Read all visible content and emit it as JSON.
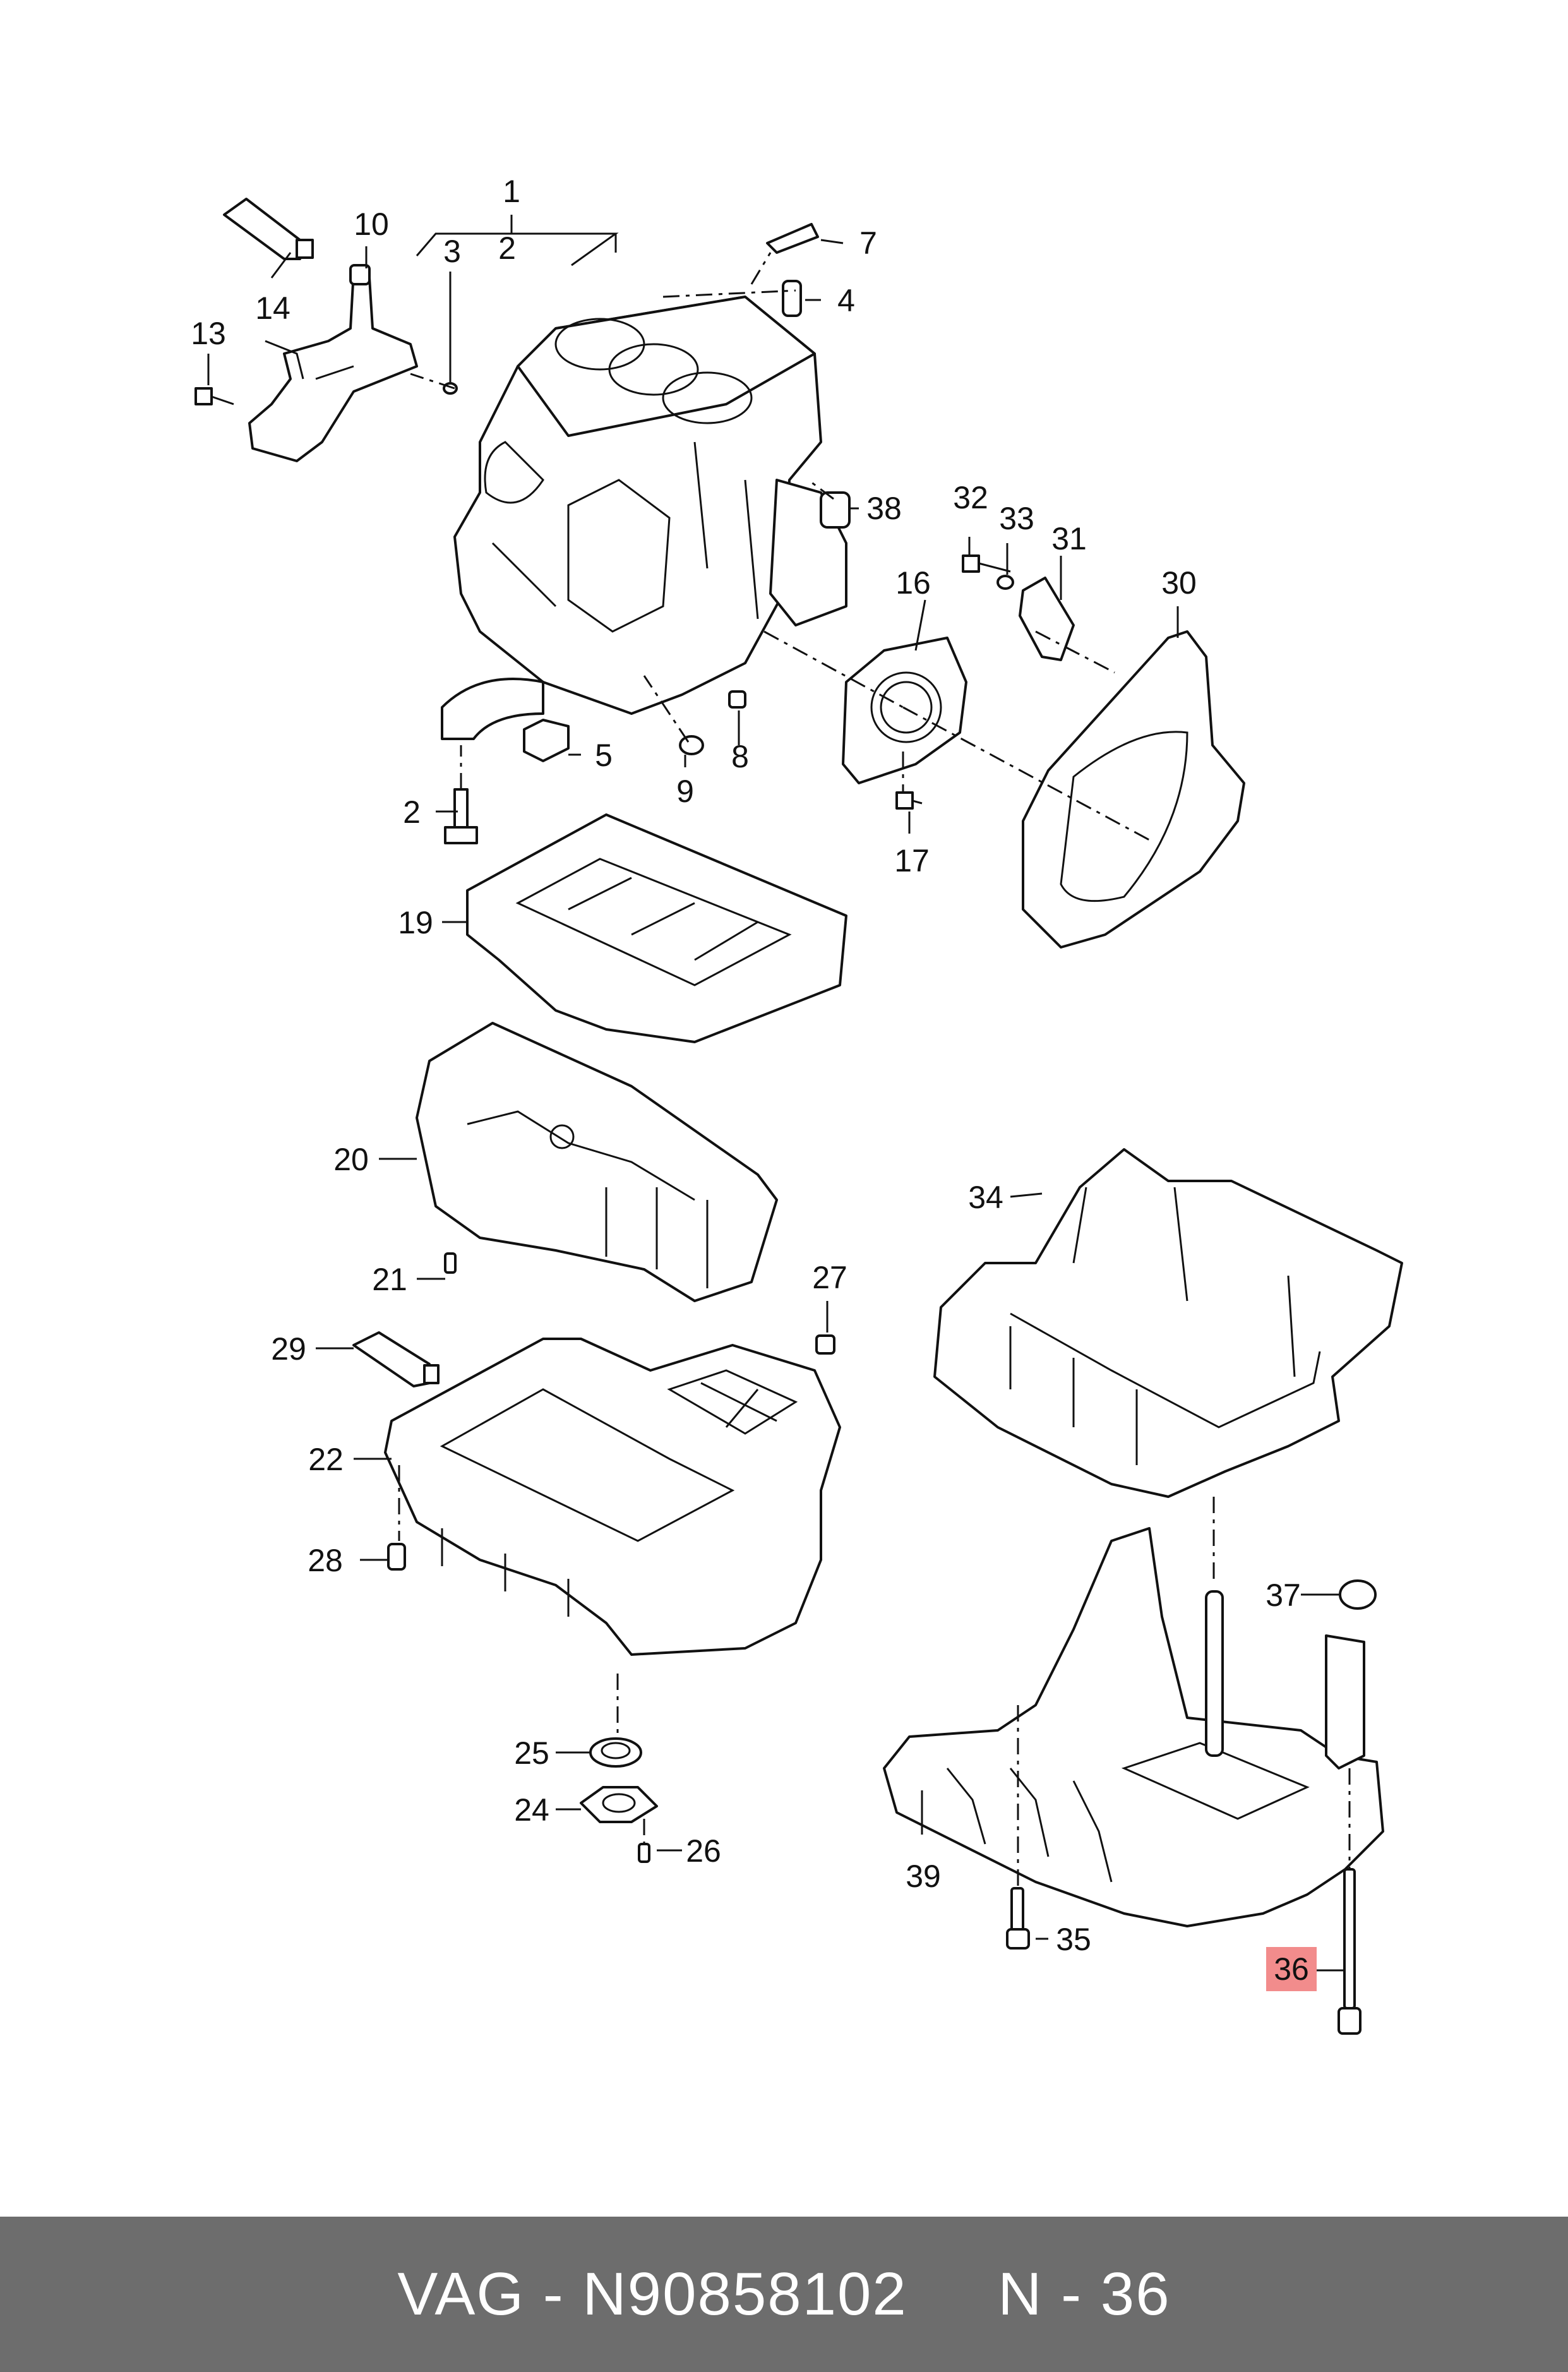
{
  "labels": {
    "p1": "1",
    "p2a": "2",
    "p2b": "2",
    "p3": "3",
    "p4": "4",
    "p5": "5",
    "p7": "7",
    "p8": "8",
    "p9": "9",
    "p10": "10",
    "p13": "13",
    "p14": "14",
    "p16": "16",
    "p17": "17",
    "p19": "19",
    "p20": "20",
    "p21": "21",
    "p22": "22",
    "p24": "24",
    "p25": "25",
    "p26": "26",
    "p27": "27",
    "p28": "28",
    "p29": "29",
    "p30": "30",
    "p31": "31",
    "p32": "32",
    "p33": "33",
    "p34": "34",
    "p35": "35",
    "p36": "36",
    "p37": "37",
    "p38": "38",
    "p39": "39"
  },
  "highlight": {
    "part": "36",
    "color": "#f28c8c"
  },
  "footer": {
    "text": "VAG - N90858102     N - 36"
  }
}
